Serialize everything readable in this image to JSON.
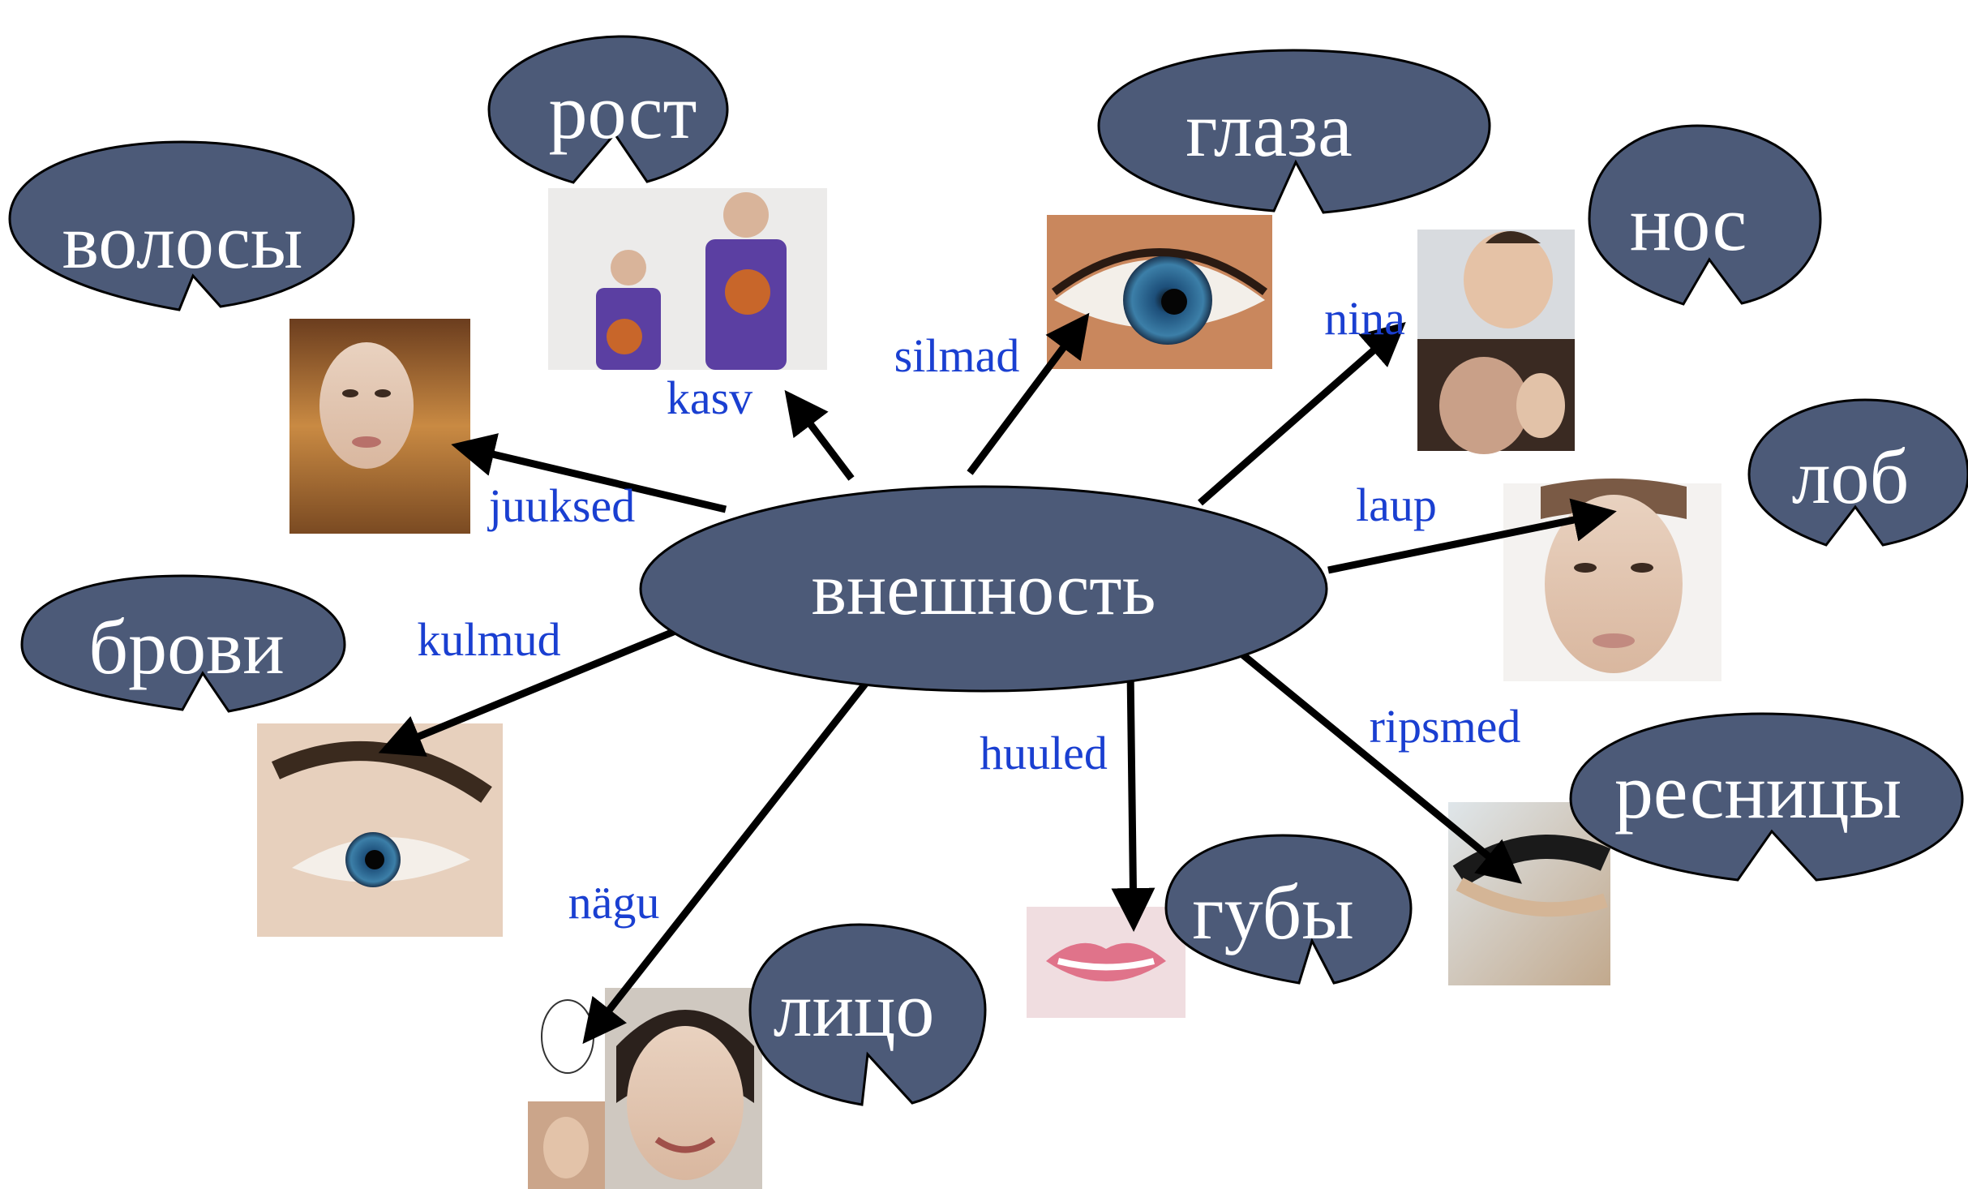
{
  "center": {
    "text": "внешность"
  },
  "concepts": {
    "hair": {
      "ru": "волосы",
      "et": "juuksed",
      "photo": "long curly blond hair"
    },
    "height": {
      "ru": "рост",
      "et": "kasv",
      "photo": "short and tall basketball players"
    },
    "eyes": {
      "ru": "глаза",
      "et": "silmad",
      "photo": "blue eye close-up"
    },
    "nose": {
      "ru": "нос",
      "et": "nina",
      "photo": "noses"
    },
    "forehead": {
      "ru": "лоб",
      "et": "laup",
      "photo": "woman touching forehead"
    },
    "brows": {
      "ru": "брови",
      "et": "kulmud",
      "photo": "eyebrow and eye"
    },
    "face": {
      "ru": "лицо",
      "et": "nägu",
      "photo": "face outline and portraits"
    },
    "lips": {
      "ru": "губы",
      "et": "huuled",
      "photo": "pink lips"
    },
    "lashes": {
      "ru": "ресницы",
      "et": "ripsmed",
      "photo": "long eyelashes"
    }
  },
  "colors": {
    "bubble": "#4c5a78",
    "label": "#1a3fd1",
    "arrow": "#000000"
  }
}
